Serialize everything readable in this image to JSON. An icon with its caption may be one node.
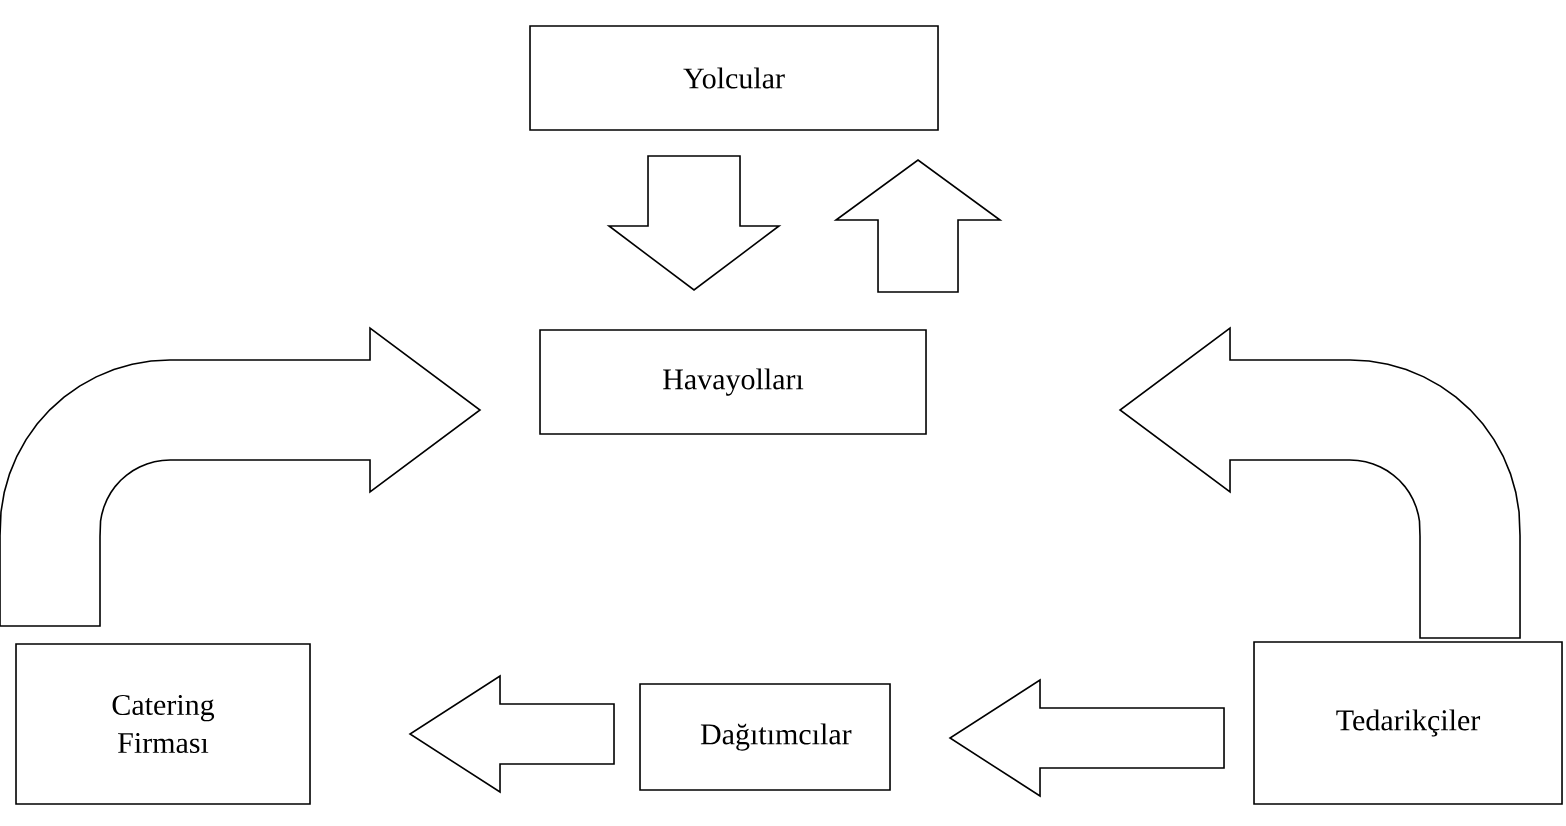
{
  "diagram": {
    "nodes": [
      {
        "text": [
          "Yolcular"
        ]
      },
      {
        "text": [
          "Havayolları"
        ]
      },
      {
        "text": [
          "Catering Firması"
        ]
      },
      {
        "text": [
          "Dağıtımcılar"
        ]
      },
      {
        "text": [
          "Tedarikçiler"
        ]
      }
    ],
    "edges": [
      {
        "from": 0,
        "to": 1,
        "arrow": "to"
      },
      {
        "from": 1,
        "to": 0,
        "arrow": "to"
      },
      {
        "from": 2,
        "to": 1,
        "arrow": "to"
      },
      {
        "from": 4,
        "to": 1,
        "arrow": "to"
      },
      {
        "from": 3,
        "to": 2,
        "arrow": "to"
      },
      {
        "from": 4,
        "to": 3,
        "arrow": "to"
      }
    ]
  }
}
